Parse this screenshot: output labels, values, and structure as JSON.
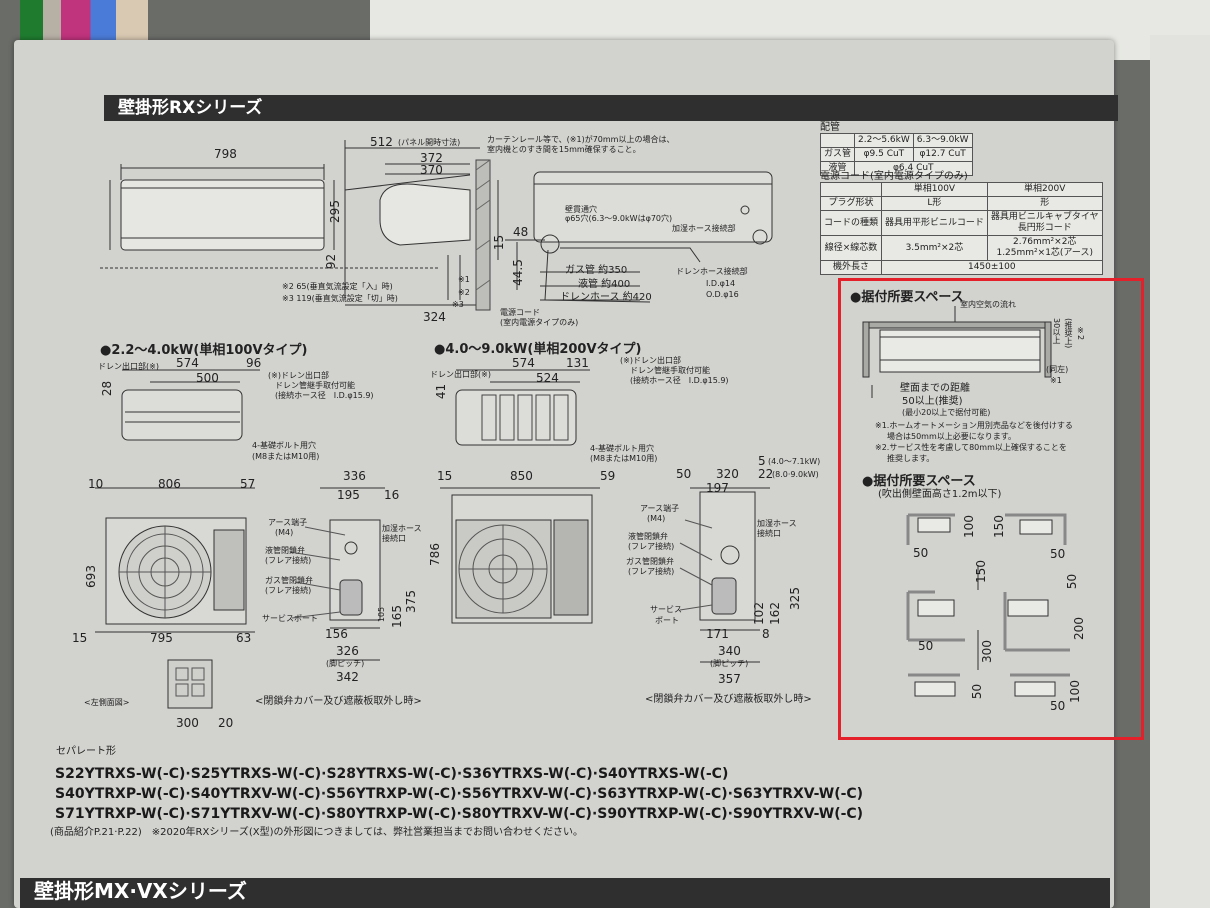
{
  "header": {
    "title": "壁掛形RXシリーズ",
    "next_title": "壁掛形MX·VXシリーズ"
  },
  "indoor": {
    "width": "798",
    "depth_panel": "512",
    "depth_panel_note": "(パネル開時寸法)",
    "d372": "372",
    "d370": "370",
    "h295": "295",
    "h92": "92",
    "d15": "15",
    "d324": "324",
    "curtain_note_1": "カーテンレール等で、(※1)が70mm以上の場合は、",
    "curtain_note_2": "室内機とのすき間を15mm確保すること。",
    "m1": "※1",
    "m2": "※2",
    "m3": "※3",
    "note2": "※2 65(垂直気流設定「入」時)",
    "note3": "※3 119(垂直気流設定「切」時)"
  },
  "piping": {
    "hole_label": "壁貫通穴",
    "hole_spec": "φ65穴(6.3〜9.0kWはφ70穴)",
    "humid_port": "加湿ホース接続部",
    "d48": "48",
    "d445": "44.5",
    "gas": "ガス管 約350",
    "liquid": "液管 約400",
    "drain": "ドレンホース 約420",
    "drain_port": "ドレンホース接続部",
    "id14": "I.D.φ14",
    "od16": "O.D.φ16",
    "cord": "電源コード",
    "cord_sub": "(室内電源タイプのみ)"
  },
  "pipe_table": {
    "title": "配管",
    "h1": "2.2〜5.6kW",
    "h2": "6.3〜9.0kW",
    "r1": "ガス管",
    "r1a": "φ9.5 CuT",
    "r1b": "φ12.7 CuT",
    "r2": "液管",
    "r2a": "φ6.4 CuT"
  },
  "cord_table": {
    "title": "電源コード(室内電源タイプのみ)",
    "h1": "単相100V",
    "h2": "単相200V",
    "r0b": "L形",
    "r0c": "形",
    "r1": "プラグ形状",
    "r1b": "",
    "r2": "コードの種類",
    "r2b": "器具用平形ビニルコード",
    "r2c": "器具用ビニルキャブタイヤ",
    "r2c2": "長円形コード",
    "r3": "線径×線芯数",
    "r3b": "3.5mm²×2芯",
    "r3c": "2.76mm²×2芯",
    "r3c2": "1.25mm²×1芯(アース)",
    "r4": "機外長さ",
    "r4b": "1450±100"
  },
  "inst1": {
    "title": "●据付所要スペース",
    "airflow": "室内空気の流れ",
    "up": "30以上",
    "up_sub": "(推奨上)",
    "m2": "※2",
    "same": "(同左)",
    "m1": "※1",
    "wall": "壁面までの距離",
    "rec": "50以上(推奨)",
    "min": "(最小20以上で据付可能)",
    "n1a": "※1.ホームオートメーション用別売品などを後付けする",
    "n1b": "場合は50mm以上必要になります。",
    "n2a": "※2.サービス性を考慮して80mm以上確保することを",
    "n2b": "推奨します。"
  },
  "inst2": {
    "title": "●据付所要スペース",
    "sub": "(吹出側壁面高さ1.2m以下)",
    "a50": "50",
    "a100": "100",
    "b150": "150",
    "b50": "50",
    "c150": "150",
    "c50": "50",
    "c300": "300",
    "c200": "200",
    "d50": "50",
    "e50": "50",
    "e100": "100",
    "c50b": "50"
  },
  "unit100": {
    "title": "●2.2〜4.0kW(単相100Vタイプ)",
    "drain": "ドレン出口部(※)",
    "d574": "574",
    "d96": "96",
    "d500": "500",
    "d28": "28",
    "n1": "(※)ドレン出口部",
    "n2": "ドレン管継手取付可能",
    "n3": "(接続ホース径　I.D.φ15.9)",
    "bolt": "4-基礎ボルト用穴",
    "bolt2": "(M8またはM10用)",
    "w10": "10",
    "w806": "806",
    "w57": "57",
    "h693": "693",
    "w15": "15",
    "w795": "795",
    "w63": "63",
    "s336": "336",
    "s195": "195",
    "s16": "16",
    "earth": "アース端子",
    "earth2": "(M4)",
    "liq": "液管閉鎖弁",
    "liq2": "(フレア接続)",
    "gasv": "ガス管閉鎖弁",
    "gasv2": "(フレア接続)",
    "svc": "サービスポート",
    "hum": "加湿ホース",
    "hum2": "接続口",
    "h375": "375",
    "h165": "165",
    "h105": "105",
    "s156": "156",
    "s326": "326",
    "pitch": "(脚ピッチ)",
    "s342": "342",
    "side_label": "<左側面図>",
    "s300": "300",
    "s20": "20",
    "cover": "<閉鎖弁カバー及び遮蔽板取外し時>"
  },
  "unit200": {
    "title": "●4.0〜9.0kW(単相200Vタイプ)",
    "drain": "ドレン出口部(※)",
    "d574": "574",
    "d131": "131",
    "d524": "524",
    "d41": "41",
    "n1": "(※)ドレン出口部",
    "n2": "ドレン管継手取付可能",
    "n3": "(接続ホース径　I.D.φ15.9)",
    "bolt": "4-基礎ボルト用穴",
    "bolt2": "(M8またはM10用)",
    "w15": "15",
    "w850": "850",
    "w59": "59",
    "h786": "786",
    "s50": "50",
    "s320": "320",
    "s5": "5",
    "s5b": "(4.0〜7.1kW)",
    "s22": "22",
    "s22b": "(8.0·9.0kW)",
    "s197": "197",
    "earth": "アース端子",
    "earth2": "(M4)",
    "liq": "液管閉鎖弁",
    "liq2": "(フレア接続)",
    "gasv": "ガス管閉鎖弁",
    "gasv2": "(フレア接続)",
    "svc": "サービス",
    "svc2": "ポート",
    "hum": "加湿ホース",
    "hum2": "接続口",
    "h325": "325",
    "h162": "162",
    "h102": "102",
    "s171": "171",
    "s8": "8",
    "s340": "340",
    "pitch": "(脚ピッチ)",
    "s357": "357",
    "cover": "<閉鎖弁カバー及び遮蔽板取外し時>"
  },
  "models": {
    "label": "セパレート形",
    "line1": "S22YTRXS-W(-C)·S25YTRXS-W(-C)·S28YTRXS-W(-C)·S36YTRXS-W(-C)·S40YTRXS-W(-C)",
    "line2": "S40YTRXP-W(-C)·S40YTRXV-W(-C)·S56YTRXP-W(-C)·S56YTRXV-W(-C)·S63YTRXP-W(-C)·S63YTRXV-W(-C)",
    "line3": "S71YTRXP-W(-C)·S71YTRXV-W(-C)·S80YTRXP-W(-C)·S80YTRXV-W(-C)·S90YTRXP-W(-C)·S90YTRXV-W(-C)",
    "footnote": "(商品紹介P.21·P.22)　※2020年RXシリーズ(X型)の外形図につきましては、弊社営業担当までお問い合わせください。"
  }
}
